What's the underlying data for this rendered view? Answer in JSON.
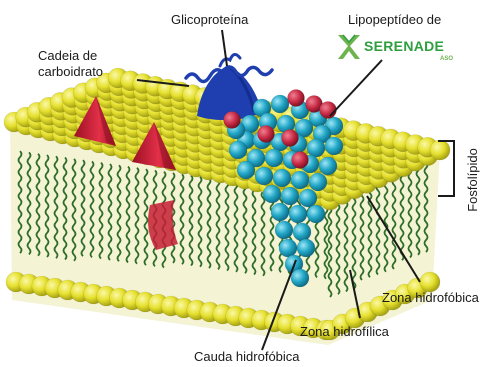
{
  "labels": {
    "glycoprotein": "Glicoproteína",
    "lipopeptide": "Lipopeptídeo de",
    "carbohydrate_chain": "Cadeia de carboidrato",
    "phospholipid": "Fosfolípido",
    "hydrophobic_zone": "Zona hidrofóbica",
    "hydrophilic_zone": "Zona hidrofílica",
    "hydrophobic_tail": "Cauda hidrofóbica"
  },
  "logo": {
    "name": "SERENADE",
    "sub": "ASO",
    "icon": "serenade-x-icon",
    "color": "#2f9e3e"
  },
  "colors": {
    "lipid_head": "#e6e12f",
    "lipid_head_shade": "#b9b41a",
    "lipid_tail": "#2f6e2a",
    "glycoprotein": "#1f3fb0",
    "carbohydrate": "#d8243b",
    "lipopeptide_sphere": "#23a8c8",
    "lipopeptide_red": "#c72a44"
  }
}
